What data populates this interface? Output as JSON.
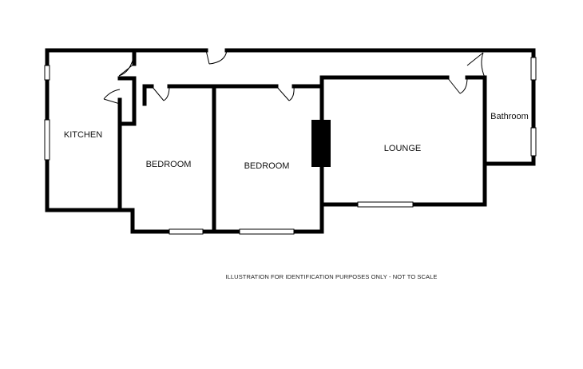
{
  "rooms": {
    "kitchen": "KITCHEN",
    "bedroom_1": "BEDROOM",
    "bedroom_2": "BEDROOM",
    "lounge": "LOUNGE",
    "bathroom": "Bathroom"
  },
  "disclaimer": "ILLUSTRATION FOR IDENTIFICATION PURPOSES ONLY - NOT TO SCALE",
  "colors": {
    "wall": "#000000",
    "background": "#ffffff"
  }
}
